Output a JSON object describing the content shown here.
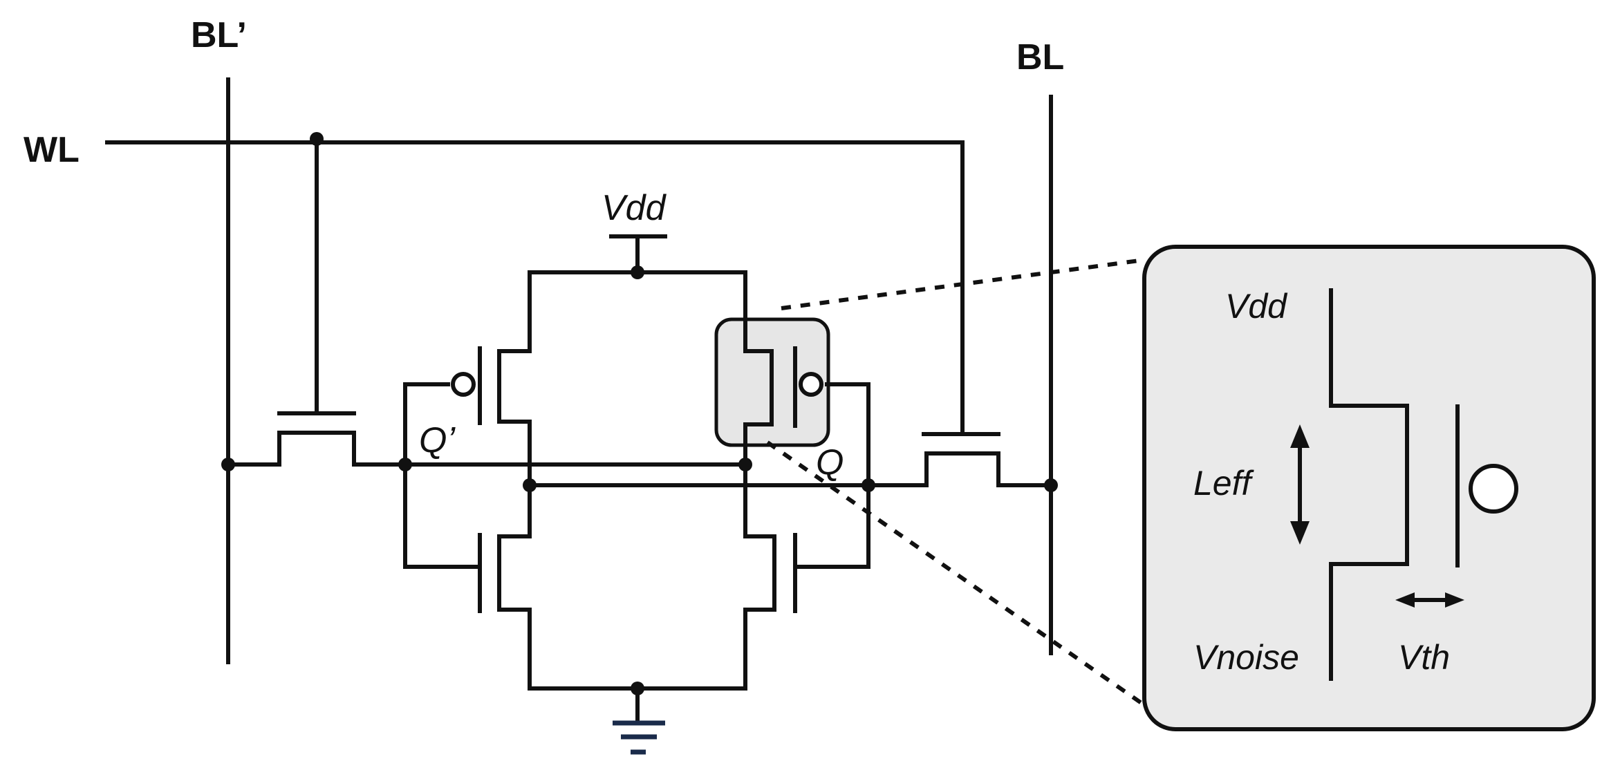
{
  "labels": {
    "bl_bar": "BL’",
    "bl": "BL",
    "wl": "WL",
    "vdd": "Vdd",
    "q_bar": "Q’",
    "q": "Q"
  },
  "inset": {
    "vdd": "Vdd",
    "leff": "Leff",
    "vnoise": "Vnoise",
    "vth": "Vth"
  }
}
